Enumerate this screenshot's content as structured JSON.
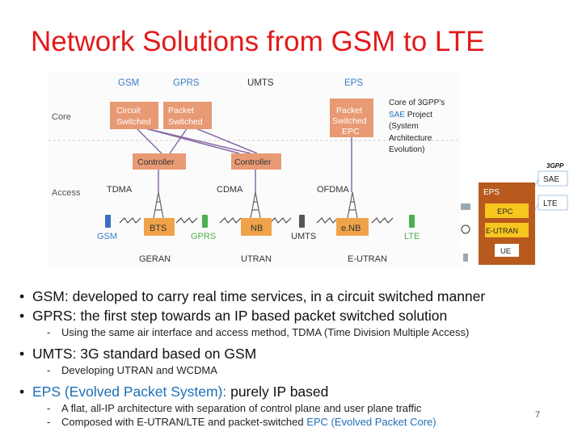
{
  "title": "Network Solutions from GSM to LTE",
  "diagram": {
    "columns": [
      "GSM",
      "GPRS",
      "UMTS",
      "EPS"
    ],
    "rows": [
      "Core",
      "Access"
    ],
    "core_boxes": {
      "circuit": "Circuit Switched",
      "packet": "Packet Switched",
      "epc": "Packet Switched EPC"
    },
    "controllers": [
      "Controller",
      "Controller"
    ],
    "access_methods": [
      "TDMA",
      "CDMA",
      "OFDMA"
    ],
    "base_stations": [
      "BTS",
      "NB",
      "e.NB"
    ],
    "phones": [
      "GSM",
      "GPRS",
      "UMTS",
      "LTE"
    ],
    "ran_labels": [
      "GERAN",
      "UTRAN",
      "E-UTRAN"
    ],
    "colors": {
      "core_box": "#e89a74",
      "controller": "#e89a74",
      "station": "#f0a24a",
      "column_text": "#3a7fc1"
    }
  },
  "side_caption": {
    "line1": "Core of 3GPP’s",
    "sae": "SAE",
    "project": " Project",
    "line3": "(System",
    "line4": "Architecture",
    "line5": "Evolution)"
  },
  "eps_diagram": {
    "logo": "3GPP",
    "eps": "EPS",
    "epc": "EPC",
    "eutran": "E-UTRAN",
    "ue": "UE",
    "sae": "SAE",
    "lte": "LTE"
  },
  "bullets": {
    "b1": "GSM: developed to carry real time services, in a circuit switched manner",
    "b2": "GPRS: the first step towards an IP based packet switched solution",
    "b2_sub": "Using the same air interface and access method, TDMA (Time Division Multiple Access)",
    "b3": "UMTS: 3G standard based on GSM",
    "b3_sub": "Developing UTRAN and WCDMA",
    "b4_blue": "EPS (Evolved Packet System):",
    "b4_rest": " purely IP based",
    "b4_sub1": "A flat, all-IP architecture with separation of control plane and user plane traffic",
    "b4_sub2_pre": "Composed with E-UTRAN/LTE and packet-switched ",
    "b4_sub2_blue": "EPC (Evolved Packet Core)"
  },
  "page_number": "7"
}
